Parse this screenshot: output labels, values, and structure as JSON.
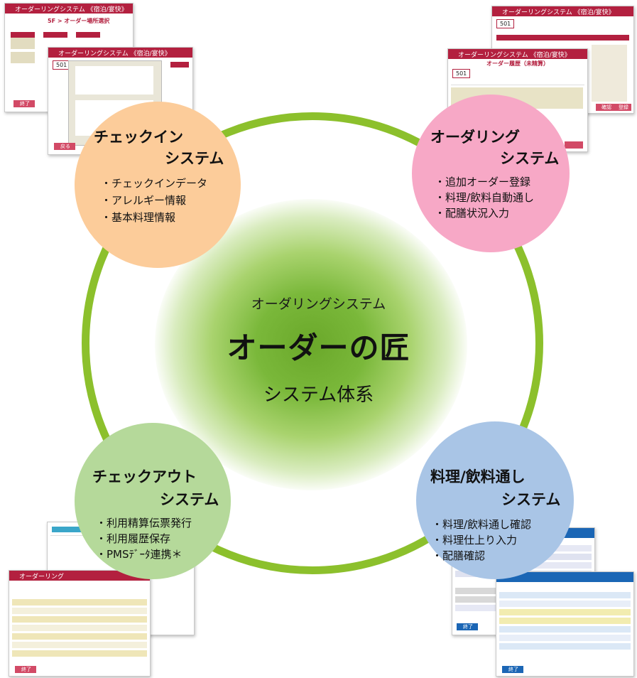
{
  "center": {
    "subtitle": "オーダリングシステム",
    "title": "オーダーの匠",
    "system": "システム体系"
  },
  "bubbles": {
    "checkin": {
      "title_line1": "チェックイン",
      "title_line2": "システム",
      "items": [
        "・チェックインデータ",
        "・アレルギー情報",
        "・基本料理情報"
      ],
      "color": "#fccc9a"
    },
    "ordering": {
      "title_line1": "オーダリング",
      "title_line2": "システム",
      "items": [
        "・追加オーダー登録",
        "・料理/飲料自動通し",
        "・配膳状況入力"
      ],
      "color": "#f7a8c6"
    },
    "checkout": {
      "title_line1": "チェックアウト",
      "title_line2": "システム",
      "items": [
        "・利用精算伝票発行",
        "・利用履歴保存",
        "・PMSﾃﾞｰﾀ連携＊"
      ],
      "color": "#b5d99a"
    },
    "food": {
      "title_line1": "料理/飲料通し",
      "title_line2": "システム",
      "items": [
        "・料理/飲料通し確認",
        "・料理仕上り入力",
        "・配膳確認"
      ],
      "color": "#a9c5e6"
    }
  },
  "screens": {
    "top_left_a": {
      "bar": "オーダーリングシステム 《宿泊/宴快》",
      "heading": "5F > オーダー場所選択",
      "button": "終了"
    },
    "top_left_b": {
      "bar": "オーダーリングシステム 《宿泊/宴快》",
      "room": "501",
      "button": "戻る"
    },
    "top_right_a": {
      "bar": "オーダーリングシステム 《宿泊/宴快》",
      "room": "501",
      "buttons": [
        "確認",
        "登録"
      ]
    },
    "top_right_b": {
      "bar": "オーダーリングシステム 《宿泊/宴快》",
      "heading": "オーダー履歴（未精算）",
      "room": "501"
    },
    "bottom_left_a": {
      "bar": "オーダーリング",
      "button": "終了"
    },
    "bottom_right_a": {
      "button": "終了"
    },
    "bottom_right_b": {
      "button": "終了"
    }
  },
  "colors": {
    "ring": "#8cc02c",
    "glow": "#6aa82a",
    "header": "#b3203f",
    "blue_header": "#1b66b5"
  }
}
